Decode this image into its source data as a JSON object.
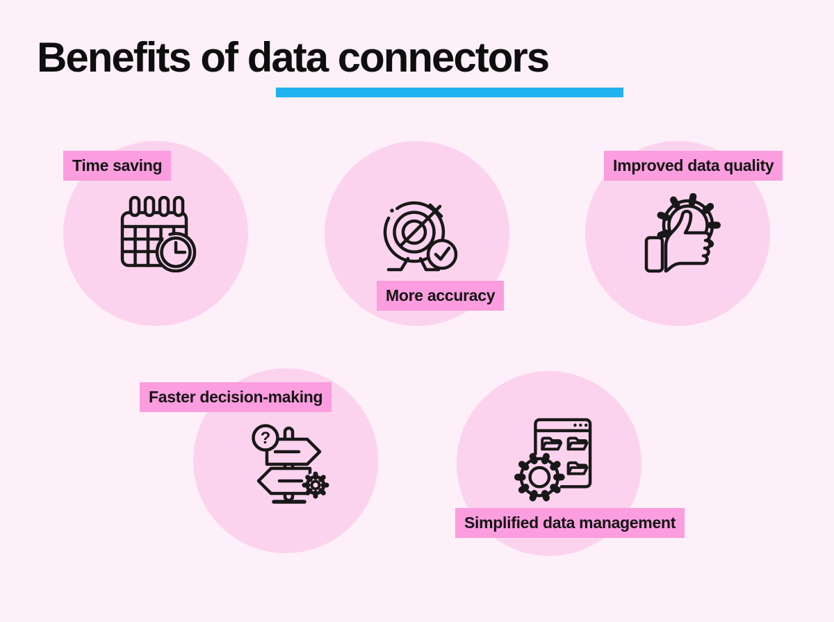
{
  "page": {
    "title": "Benefits of data connectors",
    "colors": {
      "background": "#fdf0f8",
      "circle_fill": "#fcd3ee",
      "label_background": "#fb9ddf",
      "title_underline": "#1fb1f0",
      "text": "#141414",
      "icon_stroke": "#181818"
    }
  },
  "benefits": [
    {
      "label": "Time saving",
      "icon": "calendar-clock-icon"
    },
    {
      "label": "More accuracy",
      "icon": "target-arrow-check-icon"
    },
    {
      "label": "Improved data quality",
      "icon": "thumbs-up-gear-icon"
    },
    {
      "label": "Faster decision-making",
      "icon": "signpost-question-gear-icon"
    },
    {
      "label": "Simplified data management",
      "icon": "window-folders-gear-icon"
    }
  ],
  "signpost": {
    "question_mark": "?"
  }
}
